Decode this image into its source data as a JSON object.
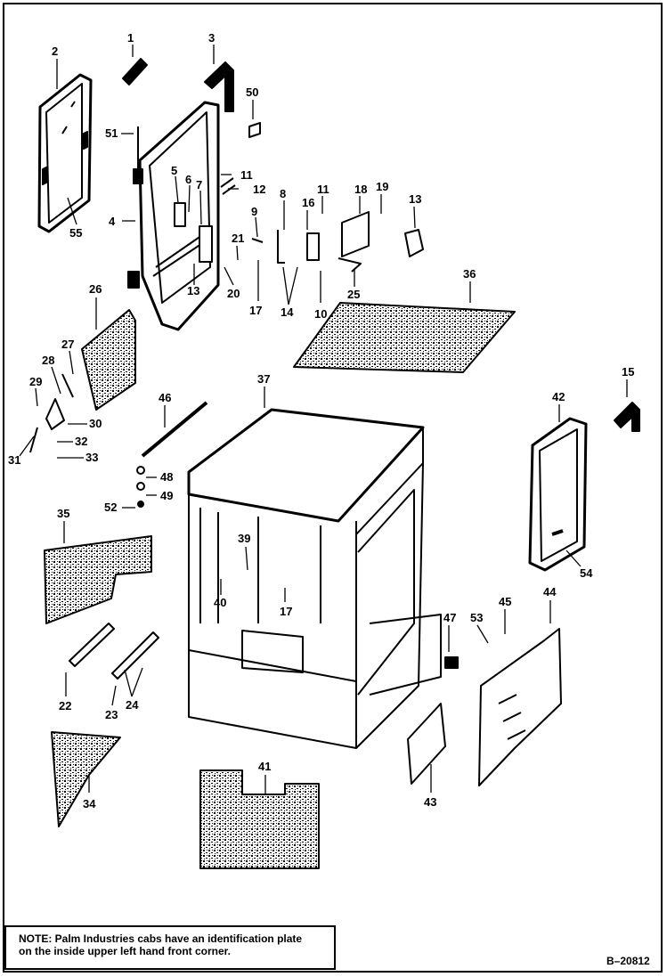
{
  "note": {
    "line1": "NOTE: Palm Industries cabs have an identification plate",
    "line2": "on the inside upper left hand front corner."
  },
  "drawing_code": "B–20812",
  "callouts": [
    "1",
    "2",
    "3",
    "4",
    "5",
    "6",
    "7",
    "8",
    "9",
    "10",
    "11",
    "11",
    "12",
    "13",
    "13",
    "14",
    "15",
    "16",
    "17",
    "17",
    "18",
    "19",
    "20",
    "21",
    "22",
    "23",
    "24",
    "25",
    "26",
    "27",
    "28",
    "29",
    "30",
    "31",
    "32",
    "33",
    "34",
    "35",
    "36",
    "37",
    "39",
    "40",
    "41",
    "42",
    "43",
    "44",
    "45",
    "46",
    "47",
    "48",
    "49",
    "50",
    "51",
    "52",
    "53",
    "54",
    "55"
  ]
}
